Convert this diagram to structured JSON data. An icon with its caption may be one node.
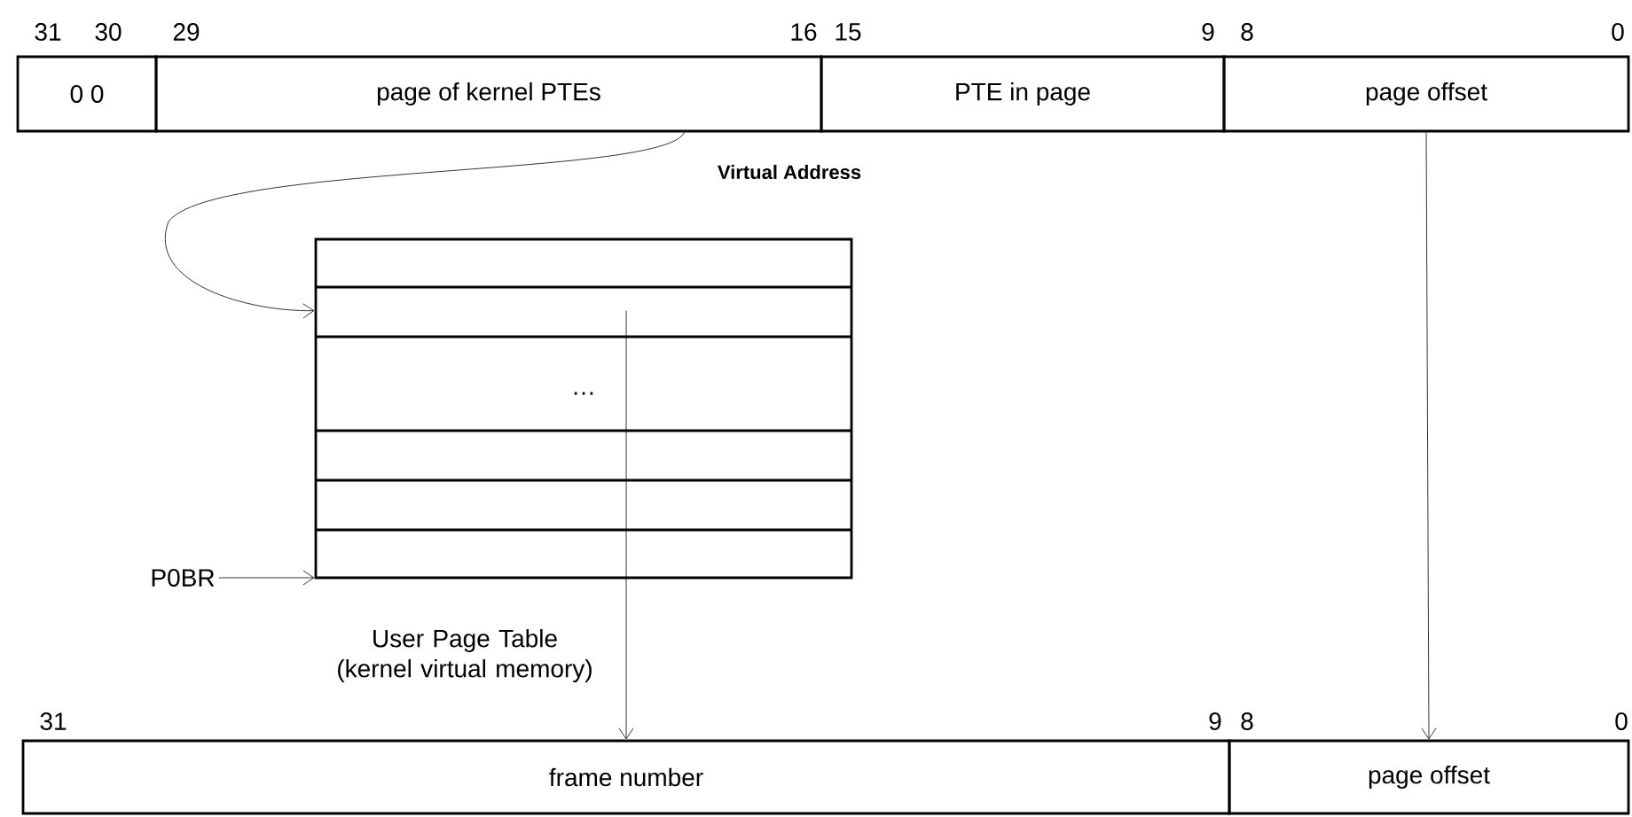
{
  "diagram": {
    "nodes": [
      {
        "text": [
          "0 0"
        ]
      },
      {
        "text": [
          "page of kernel PTEs"
        ]
      },
      {
        "text": [
          "PTE in page"
        ]
      },
      {
        "text": [
          "page offset"
        ]
      },
      {
        "text": [
          "User Page Table (kernel virtual memory)"
        ]
      },
      {
        "text": [
          "P0BR"
        ]
      },
      {
        "text": [
          "frame number"
        ]
      },
      {
        "text": [
          "page offset"
        ]
      }
    ],
    "edges": [
      {
        "from": 1,
        "to": 4,
        "arrow": "to"
      },
      {
        "from": 5,
        "to": 4,
        "arrow": "to"
      },
      {
        "from": 4,
        "to": 6,
        "arrow": "to"
      },
      {
        "from": 3,
        "to": 7,
        "arrow": "to"
      }
    ],
    "labels": [
      "31",
      "30",
      "29",
      "16",
      "15",
      "9",
      "8",
      "0",
      "Virtual Address",
      "…",
      "31",
      "9",
      "8",
      "0"
    ]
  }
}
